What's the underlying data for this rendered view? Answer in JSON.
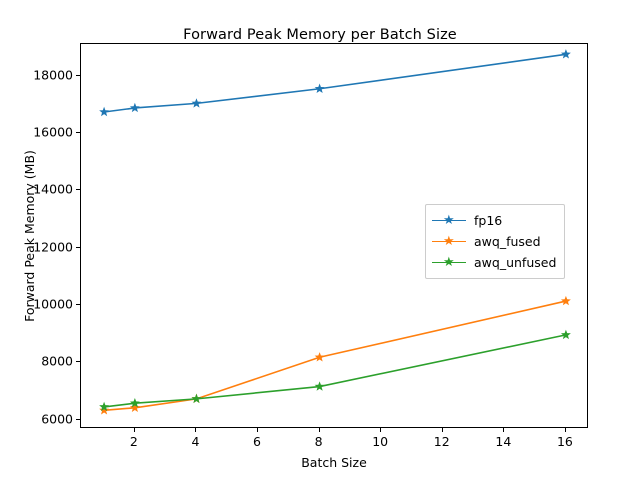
{
  "chart_data": {
    "type": "line",
    "title": "Forward Peak Memory per Batch Size",
    "xlabel": "Batch Size",
    "ylabel": "Forward Peak Memory (MB)",
    "x": [
      1,
      2,
      4,
      8,
      16
    ],
    "xlim": [
      0.25,
      16.75
    ],
    "ylim": [
      5680,
      19100
    ],
    "xticks": [
      2,
      4,
      6,
      8,
      10,
      12,
      14,
      16
    ],
    "yticks": [
      6000,
      8000,
      10000,
      12000,
      14000,
      16000,
      18000
    ],
    "grid": false,
    "legend_position": "center right",
    "marker": "star",
    "series": [
      {
        "name": "fp16",
        "color": "#1f77b4",
        "values": [
          16730,
          16870,
          17030,
          17540,
          18740
        ]
      },
      {
        "name": "awq_fused",
        "color": "#ff7f0e",
        "values": [
          6330,
          6420,
          6730,
          8180,
          10140
        ]
      },
      {
        "name": "awq_unfused",
        "color": "#2ca02c",
        "values": [
          6450,
          6580,
          6730,
          7160,
          8960
        ]
      }
    ]
  },
  "legend": {
    "items": [
      {
        "label": "fp16"
      },
      {
        "label": "awq_fused"
      },
      {
        "label": "awq_unfused"
      }
    ]
  }
}
